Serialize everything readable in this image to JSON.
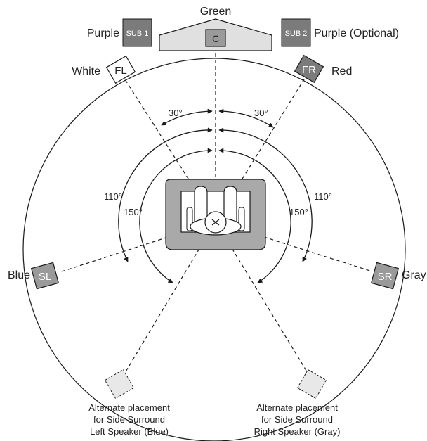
{
  "colors": {
    "speaker_dark": "#7b7b7b",
    "speaker_mid": "#9a9a9a",
    "sofa": "#a9a9a9",
    "center_bar": "#e0e0e0",
    "alt_fill": "#e8e8e8",
    "line": "#1a1a1a"
  },
  "center": {
    "color_label": "Green",
    "code": "C"
  },
  "subs": [
    {
      "code": "SUB 1",
      "color_label": "Purple"
    },
    {
      "code": "SUB 2",
      "color_label": "Purple (Optional)"
    }
  ],
  "speakers": {
    "fl": {
      "code": "FL",
      "color_label": "White"
    },
    "fr": {
      "code": "FR",
      "color_label": "Red"
    },
    "sl": {
      "code": "SL",
      "color_label": "Blue"
    },
    "sr": {
      "code": "SR",
      "color_label": "Gray"
    }
  },
  "angles": {
    "left_30": "30°",
    "right_30": "30°",
    "left_110": "110°",
    "right_110": "110°",
    "left_150": "150°",
    "right_150": "150°"
  },
  "alternates": {
    "left": {
      "lines": [
        "Alternate placement",
        "for Side Surround",
        "Left Speaker"
      ],
      "color": "(Blue)"
    },
    "right": {
      "lines": [
        "Alternate placement",
        "for Side Surround",
        "Right Speaker"
      ],
      "color": "(Gray)"
    }
  }
}
